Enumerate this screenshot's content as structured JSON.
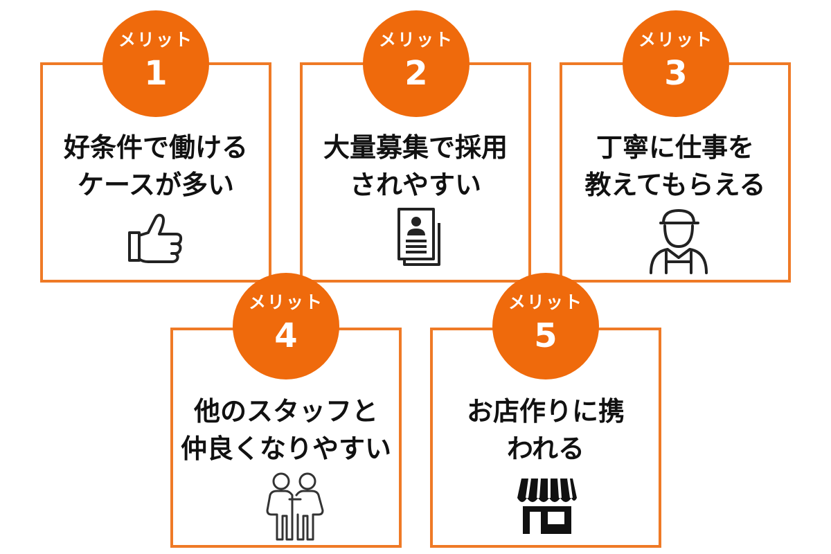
{
  "colors": {
    "accent": "#ef6a0c",
    "border": "#ef7a26",
    "text": "#111111",
    "icon": "#222222"
  },
  "merits": [
    {
      "badge_label": "メリット",
      "number": "1",
      "title_lines": [
        "好条件で働ける",
        "ケースが多い"
      ],
      "icon": "thumbs-up-icon"
    },
    {
      "badge_label": "メリット",
      "number": "2",
      "title_lines": [
        "大量募集で採用",
        "されやすい"
      ],
      "icon": "resume-document-icon"
    },
    {
      "badge_label": "メリット",
      "number": "3",
      "title_lines": [
        "丁寧に仕事を",
        "教えてもらえる"
      ],
      "icon": "worker-icon"
    },
    {
      "badge_label": "メリット",
      "number": "4",
      "title_lines": [
        "他のスタッフと",
        "仲良くなりやすい"
      ],
      "icon": "two-people-icon"
    },
    {
      "badge_label": "メリット",
      "number": "5",
      "title_lines": [
        "お店作りに携",
        "われる"
      ],
      "icon": "storefront-icon"
    }
  ]
}
